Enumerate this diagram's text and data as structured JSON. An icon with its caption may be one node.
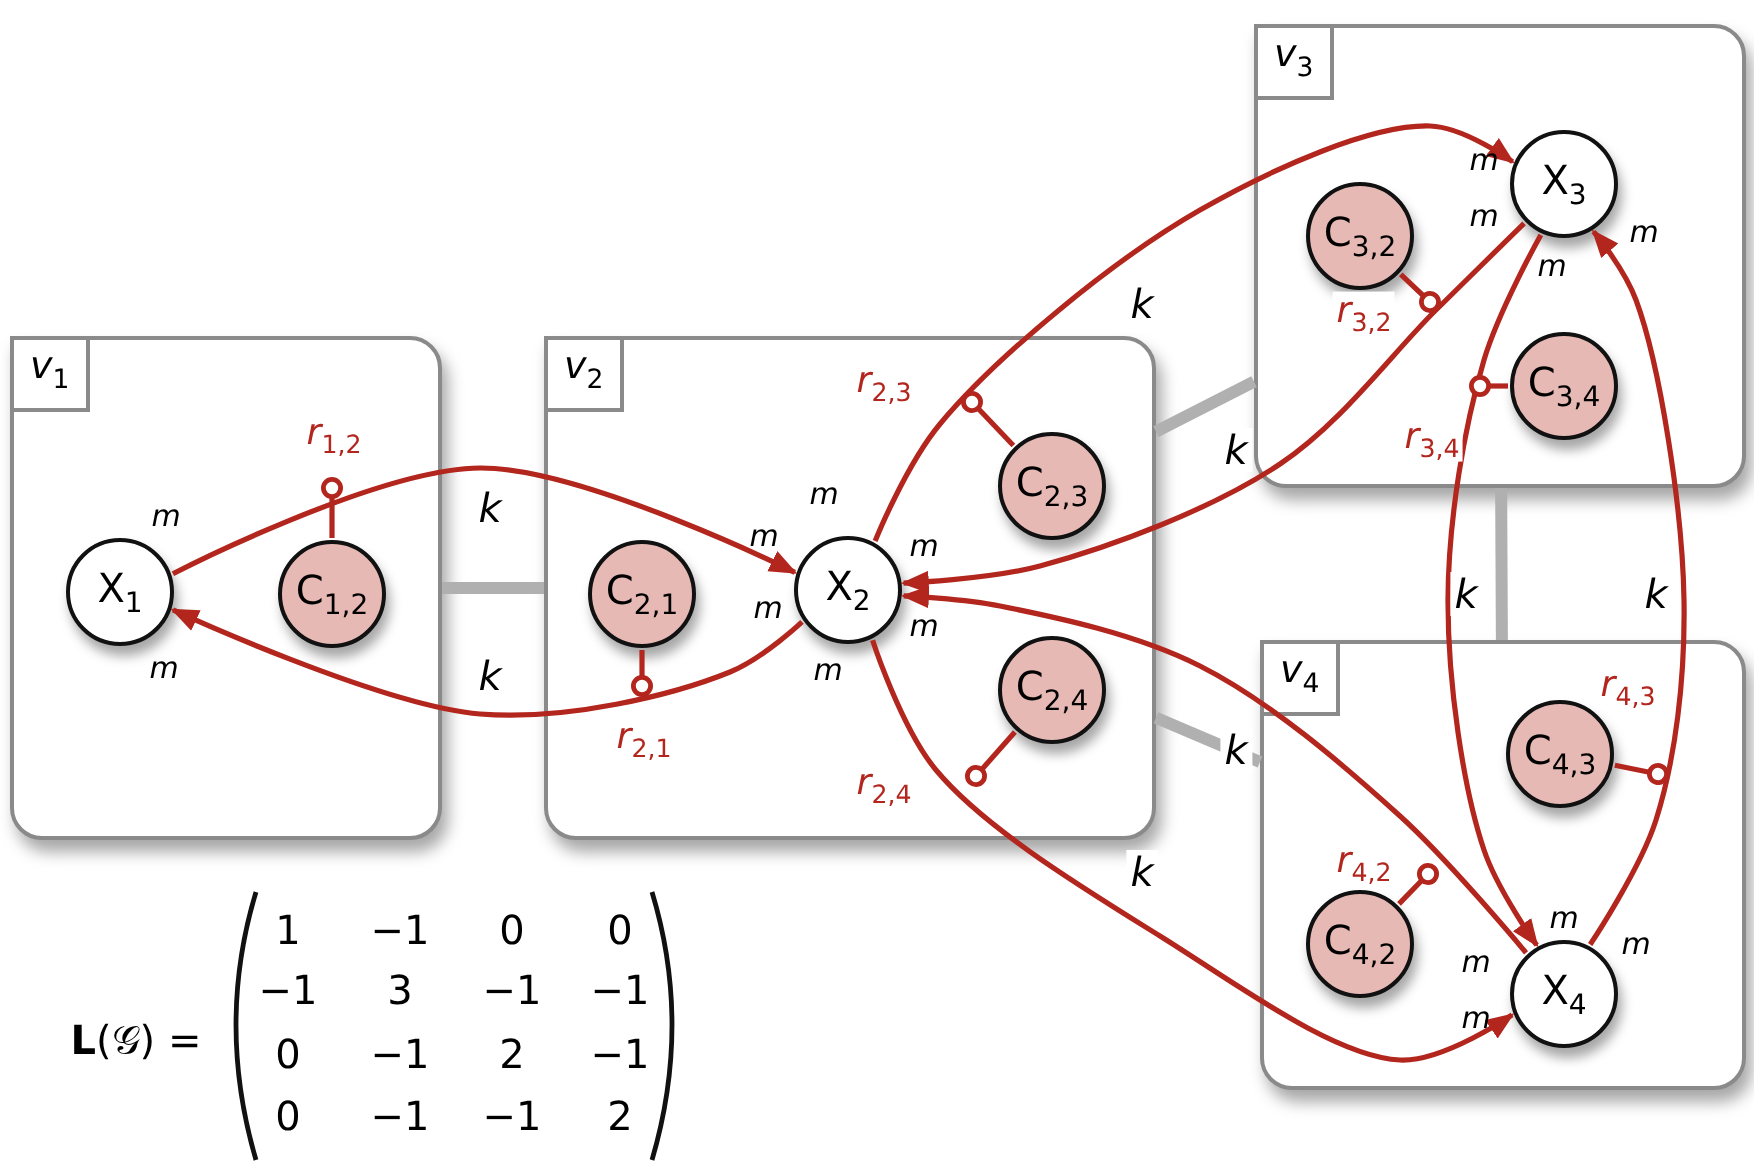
{
  "diagram": {
    "nodes": [
      {
        "text": [
          "*v*$_{1}$"
        ]
      },
      {
        "text": [
          "X$_{1}$"
        ],
        "in": 0,
        "beside": [
          "m",
          "m"
        ]
      },
      {
        "text": [
          "C$_{1,2}$"
        ],
        "in": 0
      },
      {
        "text": [
          "*v*$_{2}$"
        ]
      },
      {
        "text": [
          "C$_{2,1}$"
        ],
        "in": 3
      },
      {
        "text": [
          "X$_{2}$"
        ],
        "in": 3,
        "beside": [
          "m",
          "m",
          "m",
          "m",
          "m",
          "m"
        ]
      },
      {
        "text": [
          "C$_{2,3}$"
        ],
        "in": 3
      },
      {
        "text": [
          "C$_{2,4}$"
        ],
        "in": 3
      },
      {
        "text": [
          "*v*$_{3}$"
        ]
      },
      {
        "text": [
          "X$_{3}$"
        ],
        "in": 8,
        "beside": [
          "m",
          "m",
          "m",
          "m"
        ]
      },
      {
        "text": [
          "C$_{3,2}$"
        ],
        "in": 8
      },
      {
        "text": [
          "C$_{3,4}$"
        ],
        "in": 8
      },
      {
        "text": [
          "*v*$_{4}$"
        ]
      },
      {
        "text": [
          "C$_{4,3}$"
        ],
        "in": 12
      },
      {
        "text": [
          "C$_{4,2}$"
        ],
        "in": 12
      },
      {
        "text": [
          "X$_{4}$"
        ],
        "in": 12,
        "beside": [
          "m",
          "m",
          "m",
          "m"
        ]
      }
    ],
    "edges": [
      {
        "from": 1,
        "to": 5,
        "arrow": "to",
        "label": "k"
      },
      {
        "from": 5,
        "to": 1,
        "arrow": "to",
        "label": "k"
      },
      {
        "from": 5,
        "to": 9,
        "arrow": "to",
        "label": "k"
      },
      {
        "from": 9,
        "to": 5,
        "arrow": "to",
        "label": "k"
      },
      {
        "from": 15,
        "to": 5,
        "arrow": "to",
        "label": "k"
      },
      {
        "from": 5,
        "to": 15,
        "arrow": "to",
        "label": "k"
      },
      {
        "from": 9,
        "to": 15,
        "arrow": "to",
        "label": "k"
      },
      {
        "from": 15,
        "to": 9,
        "arrow": "to",
        "label": "k"
      },
      {
        "from": 2,
        "to": null,
        "arrow": "other",
        "label": "*r*$_{1,2}$"
      },
      {
        "from": 4,
        "to": null,
        "arrow": "other",
        "label": "*r*$_{2,1}$"
      },
      {
        "from": 6,
        "to": null,
        "arrow": "other",
        "label": "*r*$_{2,3}$"
      },
      {
        "from": 7,
        "to": null,
        "arrow": "other",
        "label": "*r*$_{2,4}$"
      },
      {
        "from": 10,
        "to": null,
        "arrow": "other",
        "label": "*r*$_{3,2}$"
      },
      {
        "from": 11,
        "to": null,
        "arrow": "other",
        "label": "*r*$_{3,4}$"
      },
      {
        "from": 13,
        "to": null,
        "arrow": "other",
        "label": "*r*$_{4,3}$"
      },
      {
        "from": 14,
        "to": null,
        "arrow": "other",
        "label": "*r*$_{4,2}$"
      },
      {
        "from": 0,
        "to": 3,
        "arrow": "none",
        "style": "thick",
        "color": "#b0b0b0"
      },
      {
        "from": 3,
        "to": 8,
        "arrow": "none",
        "style": "thick",
        "color": "#b0b0b0"
      },
      {
        "from": 3,
        "to": 12,
        "arrow": "none",
        "style": "thick",
        "color": "#b0b0b0"
      },
      {
        "from": 8,
        "to": 12,
        "arrow": "none",
        "style": "thick",
        "color": "#b0b0b0"
      }
    ],
    "labels": [
      "**L**(𝒢) =",
      "1",
      "−1",
      "0",
      "0",
      "−1",
      "3",
      "−1",
      "−1",
      "0",
      "−1",
      "2",
      "−1",
      "0",
      "−1",
      "−1",
      "2"
    ]
  }
}
